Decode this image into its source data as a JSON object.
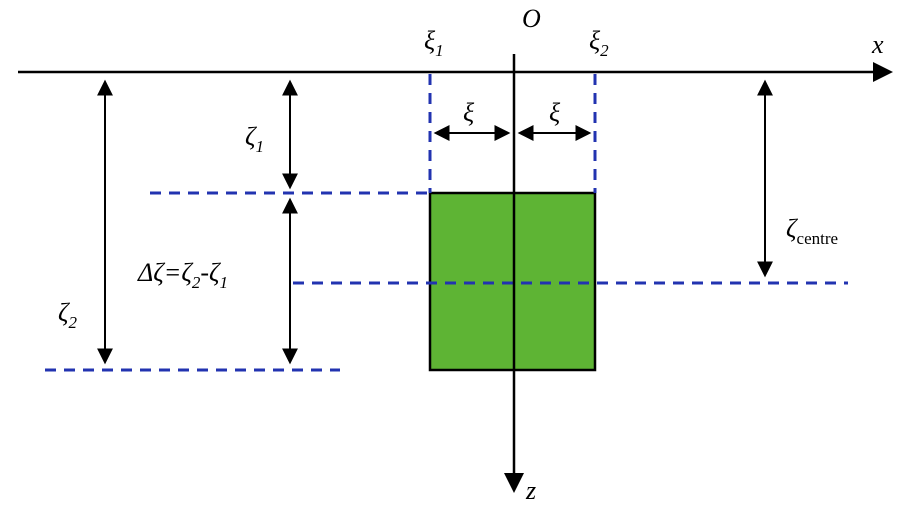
{
  "colors": {
    "body_fill": "#5eb434",
    "body_stroke": "#000000",
    "dashed_line": "#2233b0",
    "axis": "#000000"
  },
  "labels": {
    "origin": "O",
    "x_axis": "x",
    "z_axis": "z",
    "xi1": {
      "main": "ξ",
      "sub": "1"
    },
    "xi2": {
      "main": "ξ",
      "sub": "2"
    },
    "xi_left": "ξ",
    "xi_right": "ξ",
    "zeta1": {
      "main": "ζ",
      "sub": "1"
    },
    "zeta2": {
      "main": "ζ",
      "sub": "2"
    },
    "delta_zeta": {
      "p1": "Δζ=ζ",
      "s1": "2",
      "p2": "-ζ",
      "s2": "1"
    },
    "zeta_centre": {
      "main": "ζ",
      "sub": "centre"
    }
  }
}
